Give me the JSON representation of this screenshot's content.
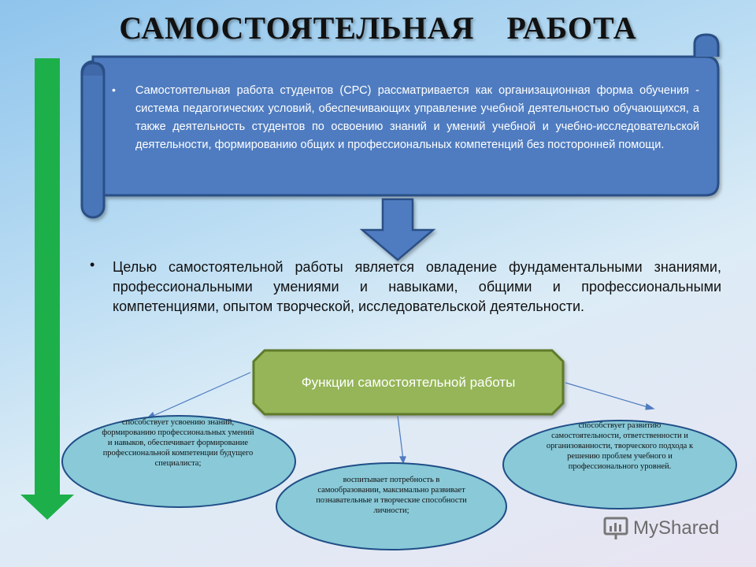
{
  "title": "САМОСТОЯТЕЛЬНАЯ РАБОТА",
  "scroll_text": "Самостоятельная работа студентов (СРС) рассматривается как организационная форма обучения - система педагогических условий, обеспечивающих управление учебной деятельностью обучающихся, а также деятельность студентов по освоению знаний и умений учебной и учебно-исследовательской деятельности, формированию общих и профессиональных компетенций без посторонней помощи.",
  "goal_text": "Целью самостоятельной работы является овладение фундаментальными знаниями, профессиональными умениями и навыками, общими и профессиональными компетенциями, опытом творческой, исследовательской деятельности.",
  "functions_label": "Функции самостоятельной работы",
  "oval_left": "способствует усвоению знаний, формированию профессиональных умений и навыков, обеспечивает формирование профессиональной компетенции будущего специалиста;",
  "oval_center": "воспитывает потребность в самообразовании, максимально развивает познавательные и творческие способности личности;",
  "oval_right": "способствует развитию самостоятельности, ответственности и организованности, творческого подхода к решению проблем учебного и профессионального уровней.",
  "logo_text": "MyShared",
  "colors": {
    "scroll_fill": "#4f7cc0",
    "scroll_border": "#2c4f86",
    "arrow_green": "#1db04a",
    "func_box_fill": "#95b558",
    "oval_fill": "#89c9d8",
    "oval_border": "#1f4e86"
  }
}
